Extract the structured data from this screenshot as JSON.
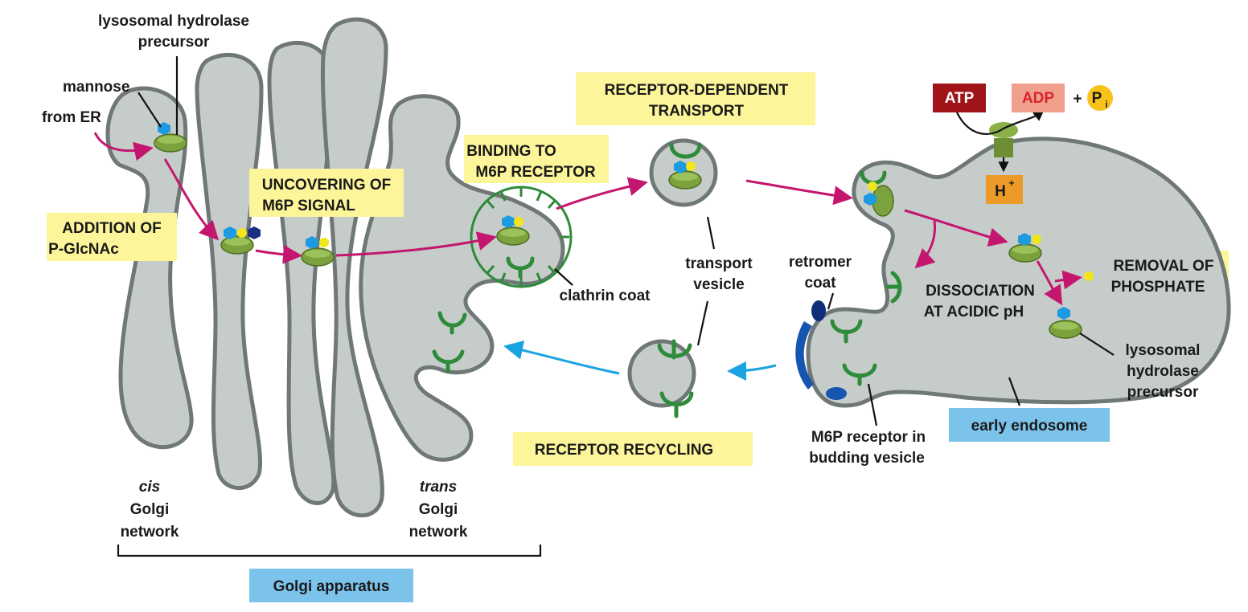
{
  "labels": {
    "hydrolase_top_l1": "lysosomal hydrolase",
    "hydrolase_top_l2": "precursor",
    "mannose": "mannose",
    "from_er": "from ER",
    "addition_l1": "ADDITION OF",
    "addition_l2": "P-GlcNAc",
    "uncovering_l1": "UNCOVERING OF",
    "uncovering_l2": "M6P SIGNAL",
    "binding_l1": "BINDING TO",
    "binding_l2": "M6P RECEPTOR",
    "clathrin_coat": "clathrin coat",
    "rdt_l1": "RECEPTOR-DEPENDENT",
    "rdt_l2": "TRANSPORT",
    "transport_vesicle_l1": "transport",
    "transport_vesicle_l2": "vesicle",
    "retromer_l1": "retromer",
    "retromer_l2": "coat",
    "atp": "ATP",
    "adp": "ADP",
    "plus": "+",
    "pi": "P",
    "pi_sub": "i",
    "h_plus": "H",
    "h_plus_sup": "+",
    "dissociation_l1": "DISSOCIATION",
    "dissociation_l2": "AT ACIDIC pH",
    "removal_l1": "REMOVAL OF",
    "removal_l2": "PHOSPHATE",
    "hydrolase_right_l1": "lysosomal",
    "hydrolase_right_l2": "hydrolase",
    "hydrolase_right_l3": "precursor",
    "early_endosome": "early endosome",
    "m6p_budding_l1": "M6P receptor in",
    "m6p_budding_l2": "budding vesicle",
    "receptor_recycling": "RECEPTOR RECYCLING",
    "cis": "cis",
    "cis_l2": "Golgi",
    "cis_l3": "network",
    "trans": "trans",
    "trans_l2": "Golgi",
    "trans_l3": "network",
    "golgi_apparatus": "Golgi apparatus"
  },
  "colors": {
    "atp_box": "#a01418",
    "adp_box": "#f0a08c",
    "adp_text": "#d8262a",
    "pi_circle": "#f7c21a",
    "h_box": "#ec9a28",
    "label_yellow": "#fdf59a",
    "label_blue": "#7cc3ec",
    "forward_arrow": "#c4166e",
    "recycling_arrow": "#1aa3e0"
  }
}
